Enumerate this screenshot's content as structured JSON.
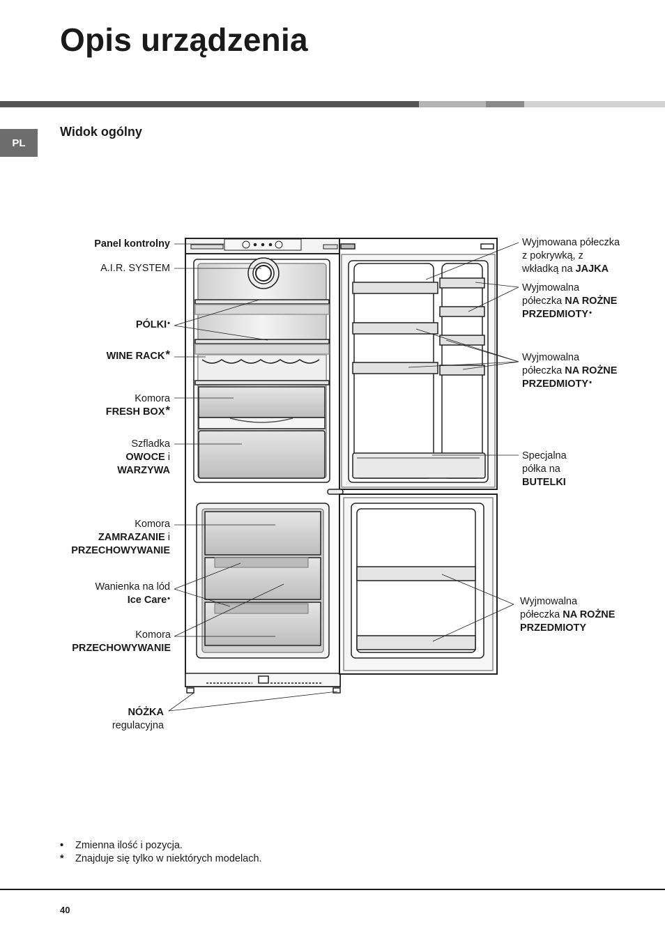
{
  "page": {
    "title": "Opis urządzenia",
    "language_tab": "PL",
    "section_title": "Widok ogólny",
    "page_number": "40",
    "bar_colors": [
      "#555555",
      "#b4b4b4",
      "#8a8a8a",
      "#d2d2d2"
    ]
  },
  "labels_left": {
    "panel": "Panel kontrolny",
    "air": "A.I.R. SYSTEM",
    "polki": "PÓLKI",
    "wine": "WINE RACK",
    "fresh_1": "Komora",
    "fresh_2": "FRESH BOX",
    "szufladka_1": "Szfladka",
    "szufladka_2a": "OWOCE",
    "szufladka_2b": "i",
    "szufladka_3": "WARZYWA",
    "zamr_1": "Komora",
    "zamr_2a": "ZAMRAZANIE",
    "zamr_2b": "i",
    "zamr_3": "PRZECHOWYWANIE",
    "ice_1": "Wanienka na lód",
    "ice_2": "Ice Care",
    "przech_1": "Komora",
    "przech_2": "PRZECHOWYWANIE",
    "nozka_1": "NÓŻKA",
    "nozka_2": "regulacyjna"
  },
  "labels_right": {
    "jajka_1": "Wyjmowana półeczka",
    "jajka_2": "z pokrywką, z",
    "jajka_3a": "wkładką na",
    "jajka_3b": "JAJKA",
    "roz1_1": "Wyjmowalna",
    "roz1_2a": "półeczka",
    "roz1_2b": "NA ROŻNE",
    "roz1_3": "PRZEDMIOTY",
    "roz2_1": "Wyjmowalna",
    "roz2_2a": "półeczka",
    "roz2_2b": "NA ROŻNE",
    "roz2_3": "PRZEDMIOTY",
    "but_1": "Specjalna",
    "but_2": "półka na",
    "but_3": "BUTELKI",
    "roz3_1": "Wyjmowalna",
    "roz3_2a": "półeczka",
    "roz3_2b": "NA ROŻNE",
    "roz3_3": "PRZEDMIOTY"
  },
  "markers": {
    "dot": "•",
    "star": "*"
  },
  "footnotes": [
    {
      "symbol": "•",
      "text": "Zmienna ilość i pozycja."
    },
    {
      "symbol": "*",
      "text": "Znajduje się tylko w niektórych modelach."
    }
  ]
}
